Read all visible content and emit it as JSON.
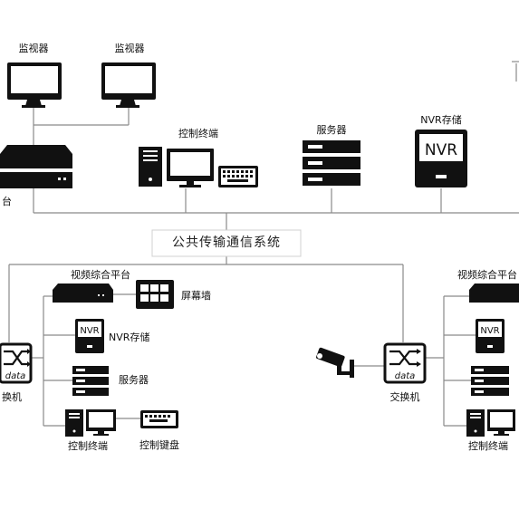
{
  "labels": {
    "monitor_1": "监视器",
    "monitor_2": "监视器",
    "top_platform_cut": "台",
    "top_control_terminal": "控制终端",
    "top_server": "服务器",
    "top_nvr_storage": "NVR存储",
    "public_network": "公共传输通信系统",
    "left_video_platform": "视频综合平台",
    "video_wall": "屏幕墙",
    "left_nvr_storage": "NVR存储",
    "left_switch": "换机",
    "left_server": "服务器",
    "left_control_terminal": "控制终端",
    "control_keyboard": "控制键盘",
    "right_switch": "交换机",
    "right_video_platform": "视频综合平台",
    "right_control_terminal": "控制终端"
  },
  "icon_text": {
    "nvr": "NVR",
    "switch_data": "data"
  },
  "colors": {
    "device": "#111111",
    "line": "#8a8a8a",
    "background": "#ffffff"
  }
}
